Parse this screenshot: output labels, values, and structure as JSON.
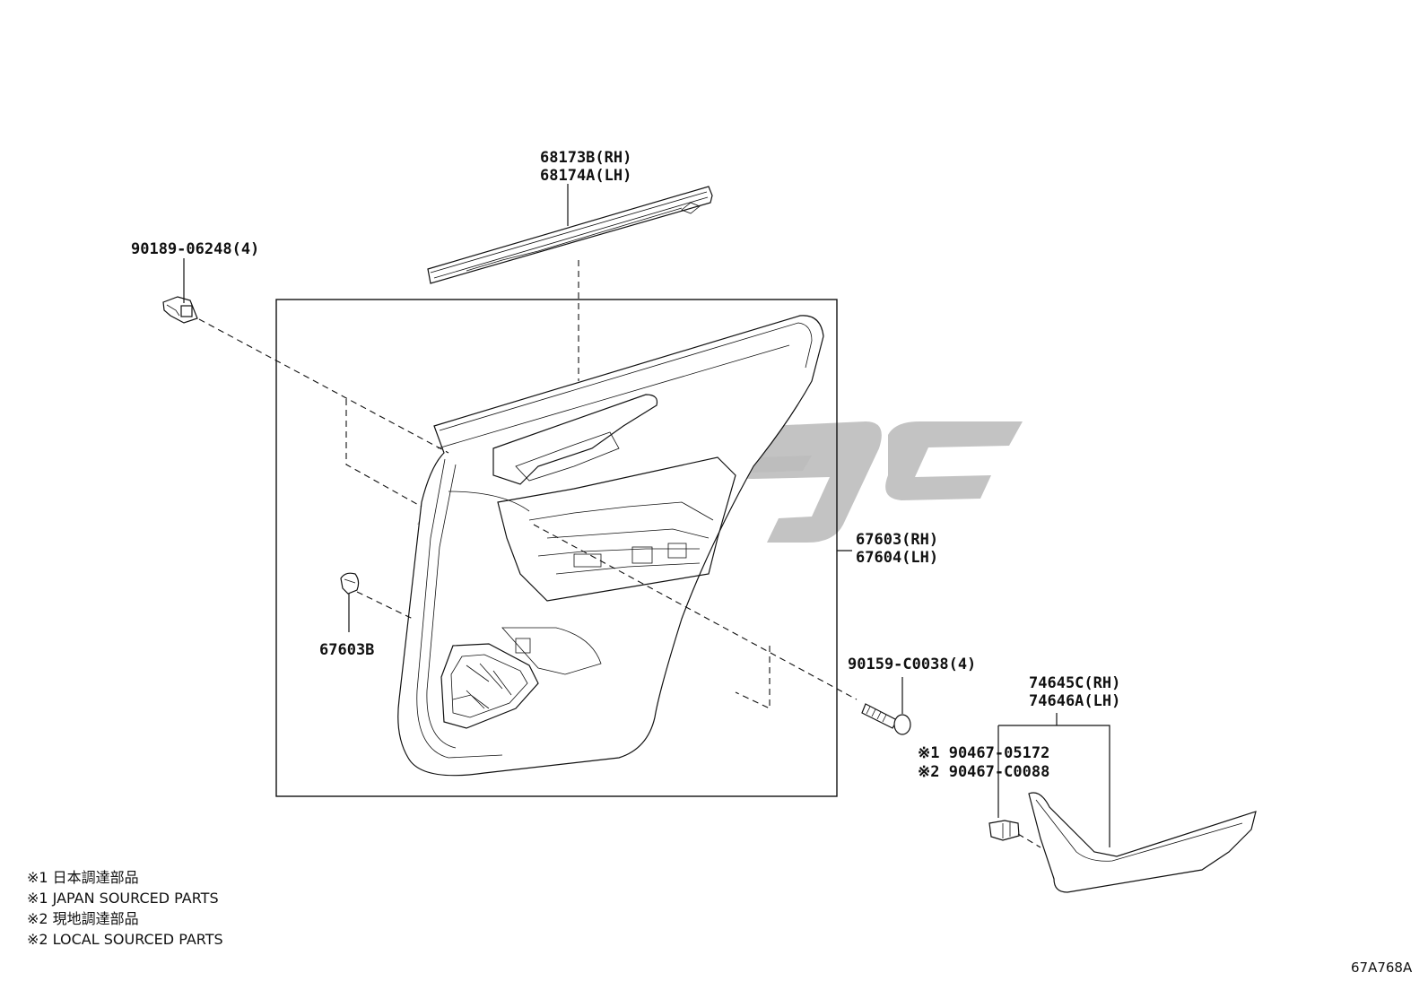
{
  "diagram": {
    "callouts": {
      "belt_moulding": [
        "68173B(RH)",
        "68174A(LH)"
      ],
      "screw_top": "90189-06248(4)",
      "door_trim_board": [
        "67603(RH)",
        "67604(LH)"
      ],
      "clip": "67603B",
      "bolt": "90159-C0038(4)",
      "armrest_base": [
        "74645C(RH)",
        "74646A(LH)"
      ],
      "clip_options": [
        "※1 90467-05172",
        "※2 90467-C0088"
      ]
    },
    "notes": [
      "※1 日本調達部品",
      "※1 JAPAN SOURCED PARTS",
      "※2 現地調達部品",
      "※2 LOCAL SOURCED PARTS"
    ],
    "diagram_id": "67A768A"
  }
}
